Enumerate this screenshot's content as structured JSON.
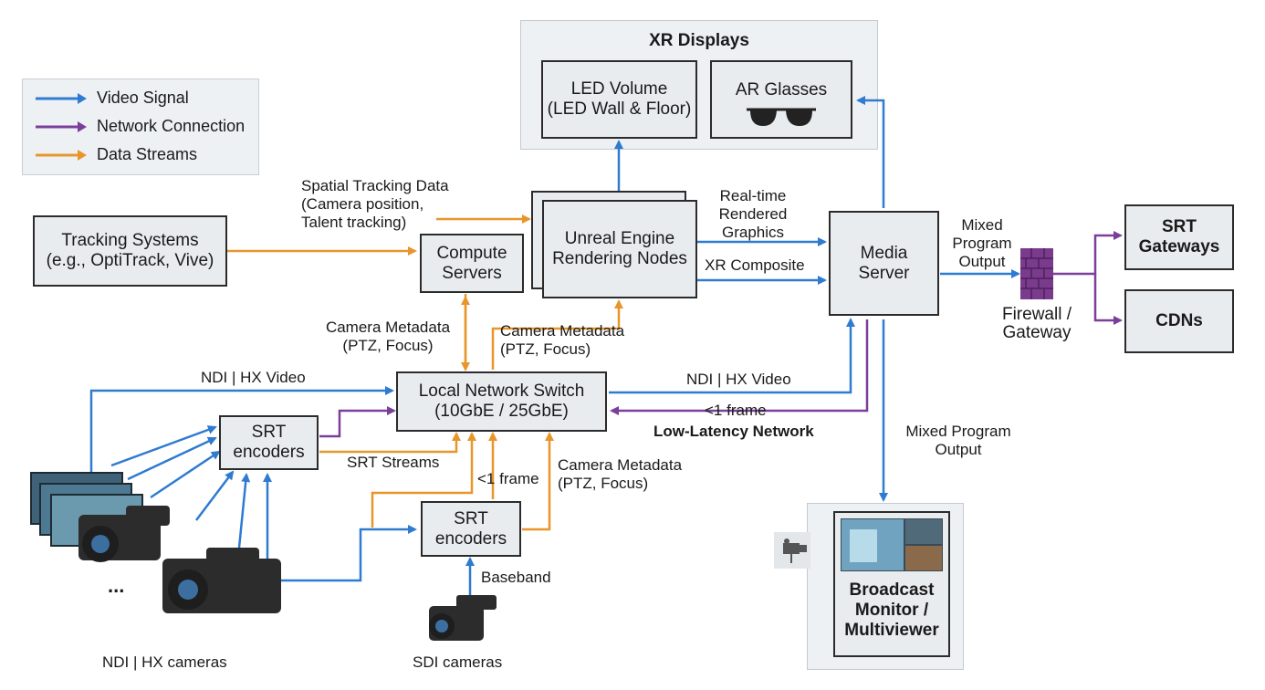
{
  "legend": {
    "video": "Video Signal",
    "network": "Network Connection",
    "data": "Data Streams"
  },
  "colors": {
    "video": "#2f7bd0",
    "network": "#7b3f9b",
    "data": "#e8962b",
    "box_fill": "#e9ecef",
    "box_border": "#2b2b2b"
  },
  "xr_displays": {
    "title": "XR Displays",
    "led_line1": "LED Volume",
    "led_line2": "(LED Wall & Floor)",
    "ar": "AR Glasses"
  },
  "tracking": {
    "line1": "Tracking Systems",
    "line2": "(e.g., OptiTrack, Vive)"
  },
  "compute": {
    "line1": "Compute",
    "line2": "Servers"
  },
  "unreal": {
    "line1": "Unreal Engine",
    "line2": "Rendering Nodes"
  },
  "media": {
    "line1": "Media",
    "line2": "Server"
  },
  "switch": {
    "line1": "Local Network Switch",
    "line2": "(10GbE / 25GbE)"
  },
  "srt_enc_top": {
    "line1": "SRT",
    "line2": "encoders"
  },
  "srt_enc_bottom": {
    "line1": "SRT",
    "line2": "encoders"
  },
  "srt_gateways": {
    "line1": "SRT",
    "line2": "Gateways"
  },
  "cdns": "CDNs",
  "firewall": {
    "line1": "Firewall /",
    "line2": "Gateway"
  },
  "broadcast": {
    "line1": "Broadcast",
    "line2": "Monitor /",
    "line3": "Multiviewer"
  },
  "labels": {
    "spatial1": "Spatial Tracking Data",
    "spatial2": "(Camera position,",
    "spatial3": "Talent tracking)",
    "realtime1": "Real-time",
    "realtime2": "Rendered",
    "realtime3": "Graphics",
    "xr_composite": "XR Composite",
    "mixed_top1": "Mixed",
    "mixed_top2": "Program",
    "mixed_top3": "Output",
    "cam_meta_l1": "Camera Metadata",
    "cam_meta_l2": "(PTZ, Focus)",
    "cam_meta_m1": "Camera Metadata",
    "cam_meta_m2": "(PTZ, Focus)",
    "cam_meta_r1": "Camera Metadata",
    "cam_meta_r2": "(PTZ, Focus)",
    "ndi_video_left": "NDI | HX Video",
    "ndi_video_right": "NDI | HX Video",
    "one_frame": "<1 frame",
    "low_latency": "Low-Latency Network",
    "srt_streams": "SRT Streams",
    "one_frame_small": "<1 frame",
    "mixed_bottom1": "Mixed Program",
    "mixed_bottom2": "Output",
    "baseband": "Baseband",
    "ellipsis": "...",
    "ndi_cameras": "NDI | HX cameras",
    "sdi_cameras": "SDI cameras"
  }
}
